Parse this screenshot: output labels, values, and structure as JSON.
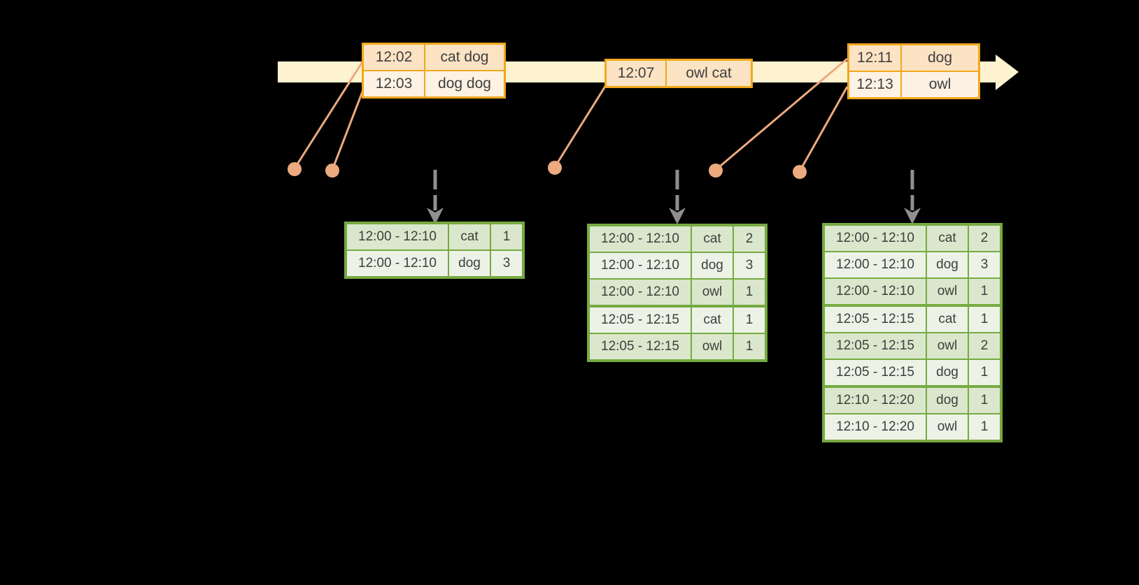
{
  "colors": {
    "background": "#000000",
    "timeline_fill": "#fdf3d0",
    "event_table_border": "#f1a81c",
    "event_row_dark": "#fbe3c4",
    "event_row_light": "#fdf2e3",
    "marker_salmon": "#edaa7f",
    "result_table_border": "#76aa41",
    "result_row_dark": "#dbe7cc",
    "result_row_light": "#edf2e6",
    "trigger_arrow_gray": "#8f8f8f",
    "text": "#3e3e3e"
  },
  "icons": {
    "timeline_arrow": "right-pointing pale yellow block arrow",
    "event_dot": "salmon filled circle marker",
    "trigger_arrow": "gray dashed vertical arrow pointing down"
  },
  "event_tables": [
    {
      "rows": [
        {
          "time": "12:02",
          "words": "cat dog"
        },
        {
          "time": "12:03",
          "words": "dog dog"
        }
      ]
    },
    {
      "rows": [
        {
          "time": "12:07",
          "words": "owl cat"
        }
      ]
    },
    {
      "rows": [
        {
          "time": "12:11",
          "words": "dog"
        },
        {
          "time": "12:13",
          "words": "owl"
        }
      ]
    }
  ],
  "result_tables": [
    {
      "rows": [
        {
          "window": "12:00 - 12:10",
          "word": "cat",
          "count": "1"
        },
        {
          "window": "12:00 - 12:10",
          "word": "dog",
          "count": "3"
        }
      ]
    },
    {
      "rows": [
        {
          "window": "12:00 - 12:10",
          "word": "cat",
          "count": "2"
        },
        {
          "window": "12:00 - 12:10",
          "word": "dog",
          "count": "3"
        },
        {
          "window": "12:00 - 12:10",
          "word": "owl",
          "count": "1"
        },
        {
          "window": "12:05 - 12:15",
          "word": "cat",
          "count": "1"
        },
        {
          "window": "12:05 - 12:15",
          "word": "owl",
          "count": "1"
        }
      ]
    },
    {
      "rows": [
        {
          "window": "12:00 - 12:10",
          "word": "cat",
          "count": "2"
        },
        {
          "window": "12:00 - 12:10",
          "word": "dog",
          "count": "3"
        },
        {
          "window": "12:00 - 12:10",
          "word": "owl",
          "count": "1"
        },
        {
          "window": "12:05 - 12:15",
          "word": "cat",
          "count": "1"
        },
        {
          "window": "12:05 - 12:15",
          "word": "owl",
          "count": "2"
        },
        {
          "window": "12:05 - 12:15",
          "word": "dog",
          "count": "1"
        },
        {
          "window": "12:10 - 12:20",
          "word": "dog",
          "count": "1"
        },
        {
          "window": "12:10 - 12:20",
          "word": "owl",
          "count": "1"
        }
      ]
    }
  ]
}
